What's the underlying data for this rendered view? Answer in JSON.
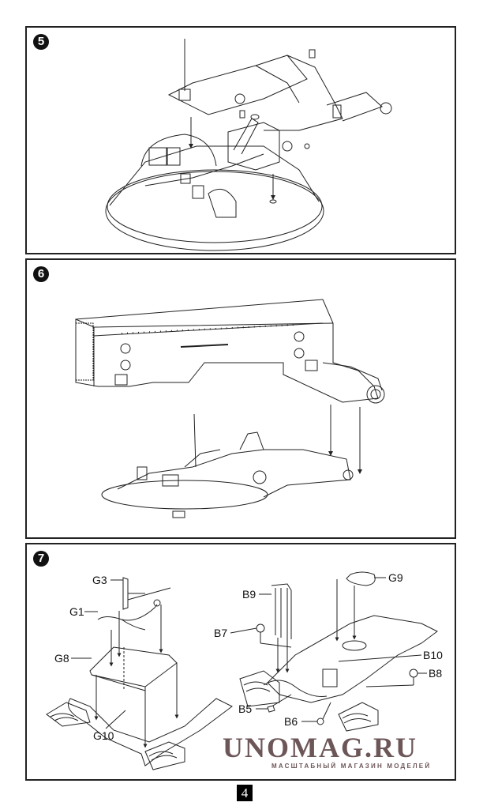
{
  "page": {
    "page_number": "4"
  },
  "steps": [
    {
      "number": "5",
      "labels": []
    },
    {
      "number": "6",
      "labels": []
    },
    {
      "number": "7",
      "labels": [
        "G3",
        "G1",
        "G8",
        "G10",
        "B9",
        "B7",
        "G9",
        "B10",
        "B8",
        "B5",
        "B6"
      ]
    }
  ],
  "watermark": {
    "brand": "UNOMAG.RU",
    "tagline": "МАСШТАБНЫЙ МАГАЗИН МОДЕЛЕЙ",
    "color": "#6d5658"
  }
}
